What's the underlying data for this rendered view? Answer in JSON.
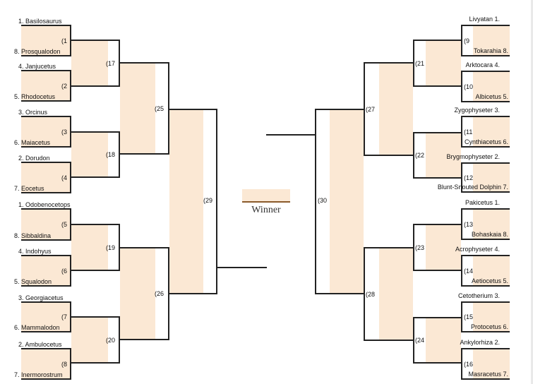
{
  "colors": {
    "fill": "#fbe8d4",
    "line": "#222222",
    "accent": "#8a5a2b"
  },
  "winner_label": "Winner",
  "left": {
    "r1": [
      {
        "seed_top": "1. Basilosaurus",
        "seed_bottom": "8. Prosqualodon",
        "game": "(1"
      },
      {
        "seed_top": "4. Janjucetus",
        "seed_bottom": "5. Rhodocetus",
        "game": "(2"
      },
      {
        "seed_top": "3. Orcinus",
        "seed_bottom": "6. Maiacetus",
        "game": "(3"
      },
      {
        "seed_top": "2. Dorudon",
        "seed_bottom": "7. Eocetus",
        "game": "(4"
      },
      {
        "seed_top": "1. Odobenocetops",
        "seed_bottom": "8. Sibbaldina",
        "game": "(5"
      },
      {
        "seed_top": "4. Indohyus",
        "seed_bottom": "5. Squalodon",
        "game": "(6"
      },
      {
        "seed_top": "3. Georgiacetus",
        "seed_bottom": "6. Mammalodon",
        "game": "(7"
      },
      {
        "seed_top": "2. Ambulocetus",
        "seed_bottom": "7. Inermorostrum",
        "game": "(8"
      }
    ],
    "r2": [
      "(17",
      "(18",
      "(19",
      "(20"
    ],
    "r3": [
      "(25",
      "(26"
    ],
    "r4": [
      "(29"
    ]
  },
  "right": {
    "r1": [
      {
        "seed_top": "Livyatan 1.",
        "seed_bottom": "Tokarahia 8.",
        "game": "(9"
      },
      {
        "seed_top": "Arktocara 4.",
        "seed_bottom": "Albicetus 5.",
        "game": "(10"
      },
      {
        "seed_top": "Zygophyseter 3.",
        "seed_bottom": "Cynthiacetus 6.",
        "game": "(11"
      },
      {
        "seed_top": "Brygmophyseter 2.",
        "seed_bottom": "Blunt-Snouted Dolphin 7.",
        "game": "(12"
      },
      {
        "seed_top": "Pakicetus 1.",
        "seed_bottom": "Bohaskaia 8.",
        "game": "(13"
      },
      {
        "seed_top": "Acrophyseter 4.",
        "seed_bottom": "Aetiocetus 5.",
        "game": "(14"
      },
      {
        "seed_top": "Cetotherium 3.",
        "seed_bottom": "Protocetus 6.",
        "game": "(15"
      },
      {
        "seed_top": "Ankylorhiza 2.",
        "seed_bottom": "Masracetus 7.",
        "game": "(16"
      }
    ],
    "r2": [
      "(21",
      "(22",
      "(23",
      "(24"
    ],
    "r3": [
      "(27",
      "(28"
    ],
    "r4": [
      "(30"
    ]
  }
}
